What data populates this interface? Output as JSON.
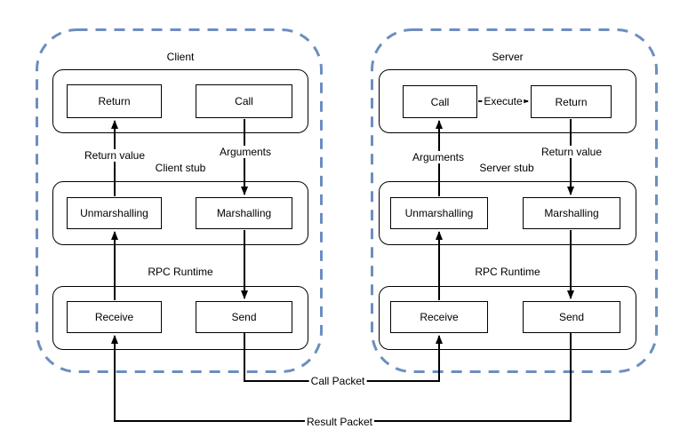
{
  "client": {
    "title": "Client",
    "stub_title": "Client stub",
    "runtime_title": "RPC Runtime",
    "return_box": "Return",
    "call_box": "Call",
    "unmarshalling_box": "Unmarshalling",
    "marshalling_box": "Marshalling",
    "receive_box": "Receive",
    "send_box": "Send",
    "return_value_label": "Return value",
    "arguments_label": "Arguments"
  },
  "server": {
    "title": "Server",
    "stub_title": "Server stub",
    "runtime_title": "RPC Runtime",
    "call_box": "Call",
    "return_box": "Return",
    "execute_label": "Execute",
    "unmarshalling_box": "Unmarshalling",
    "marshalling_box": "Marshalling",
    "receive_box": "Receive",
    "send_box": "Send",
    "arguments_label": "Arguments",
    "return_value_label": "Return value"
  },
  "network": {
    "call_packet_label": "Call Packet",
    "result_packet_label": "Result Packet"
  },
  "colors": {
    "boundary_dash": "#6c8ebf",
    "line": "#000000",
    "background": "#ffffff",
    "text": "#000000"
  }
}
